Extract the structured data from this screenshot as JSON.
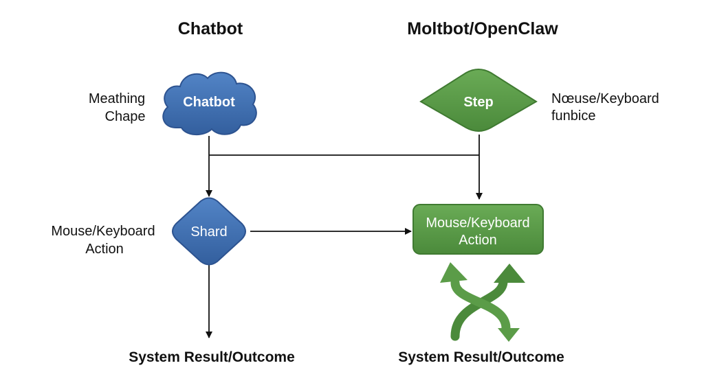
{
  "columns": {
    "left": {
      "title": "Chatbot",
      "top_node_label": "Chatbot",
      "top_side_label": [
        "Meathing",
        "Chape"
      ],
      "mid_node_label": "Shard",
      "mid_side_label": [
        "Mouse/Keyboard",
        "Action"
      ],
      "outcome": "System Result/Outcome"
    },
    "right": {
      "title": "Moltbot/OpenClaw",
      "top_node_label": "Step",
      "top_side_label": [
        "Nœuse/Keyboard",
        "funbice"
      ],
      "mid_node_label": [
        "Mouse/Keyboard",
        "Action"
      ],
      "outcome": "System Result/Outcome"
    }
  },
  "colors": {
    "blue_fill": "#3f6fb2",
    "blue_stroke": "#2d5390",
    "green_fill": "#5b9c48",
    "green_stroke": "#3f7a31",
    "line": "#111111"
  }
}
